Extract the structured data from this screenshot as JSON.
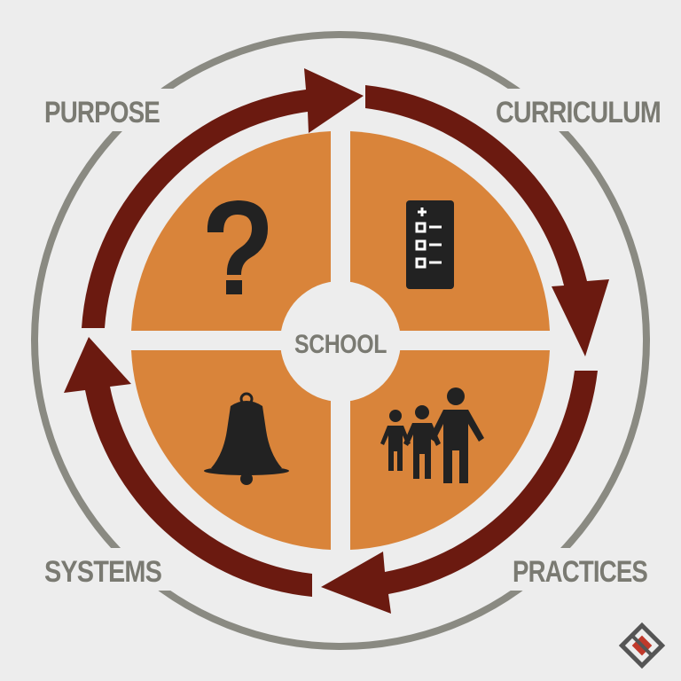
{
  "diagram": {
    "center_label": "SCHOOL",
    "labels": {
      "purpose": "PURPOSE",
      "curriculum": "CURRICULUM",
      "practices": "PRACTICES",
      "systems": "SYSTEMS"
    },
    "quadrant_icons": {
      "top_left": "question-mark-icon",
      "top_right": "checklist-icon",
      "bottom_left": "bell-icon",
      "bottom_right": "family-icon"
    },
    "corner_logo": "logo-mark"
  },
  "colors": {
    "background": "#ededed",
    "outer_ring": "#8a8a82",
    "arrow": "#6b1a10",
    "quadrant": "#d9843a",
    "icon": "#222222",
    "label": "#7a7a72",
    "center": "#ededed"
  }
}
